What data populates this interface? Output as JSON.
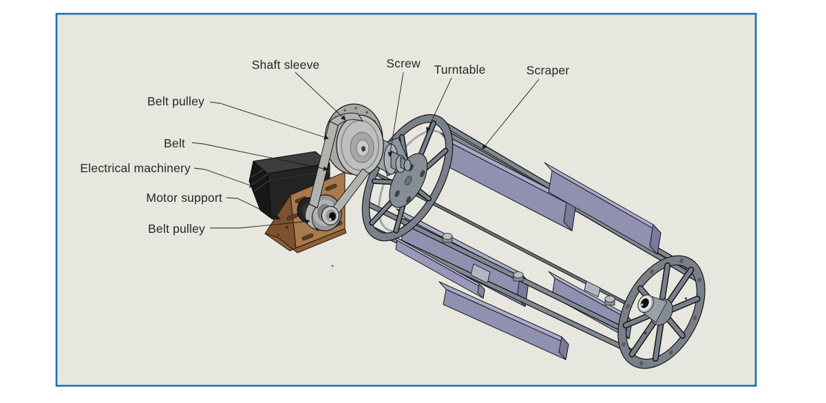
{
  "panel": {
    "background": "#e8e7df",
    "border_color": "#1271b7",
    "outer_background": "#ffffff"
  },
  "diagram": {
    "type": "cad-assembly-annotated-diagram",
    "subject": "Rotary scraper drum assembly with belt drive",
    "labels": [
      {
        "id": "shaft-sleeve",
        "text": "Shaft sleeve"
      },
      {
        "id": "screw",
        "text": "Screw"
      },
      {
        "id": "turntable",
        "text": "Turntable"
      },
      {
        "id": "scraper",
        "text": "Scraper"
      },
      {
        "id": "belt-pulley-upper",
        "text": "Belt pulley"
      },
      {
        "id": "belt",
        "text": "Belt"
      },
      {
        "id": "electrical-machinery",
        "text": "Electrical machinery"
      },
      {
        "id": "motor-support",
        "text": "Motor support"
      },
      {
        "id": "belt-pulley-lower",
        "text": "Belt pulley"
      }
    ],
    "colors": {
      "frame_gray": "#7a8089",
      "scraper_lavender": "#9090b0",
      "scraper_top": "#acacc9",
      "motor_black": "#232323",
      "support_brown": "#a87a4e",
      "pulley_gray": "#bfbfbd",
      "belt_gray": "#b2b2b0",
      "outline": "#1a1a1a"
    }
  }
}
